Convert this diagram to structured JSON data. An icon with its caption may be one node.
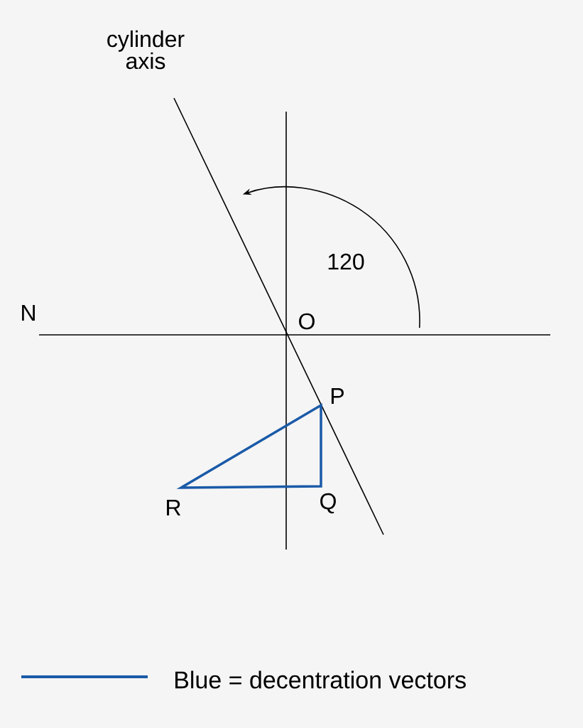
{
  "diagram": {
    "labels": [
      "cylinder axis",
      "120",
      "N",
      "O",
      "P",
      "Q",
      "R"
    ],
    "legend": [
      {
        "text": "Blue = decentration vectors"
      }
    ]
  }
}
